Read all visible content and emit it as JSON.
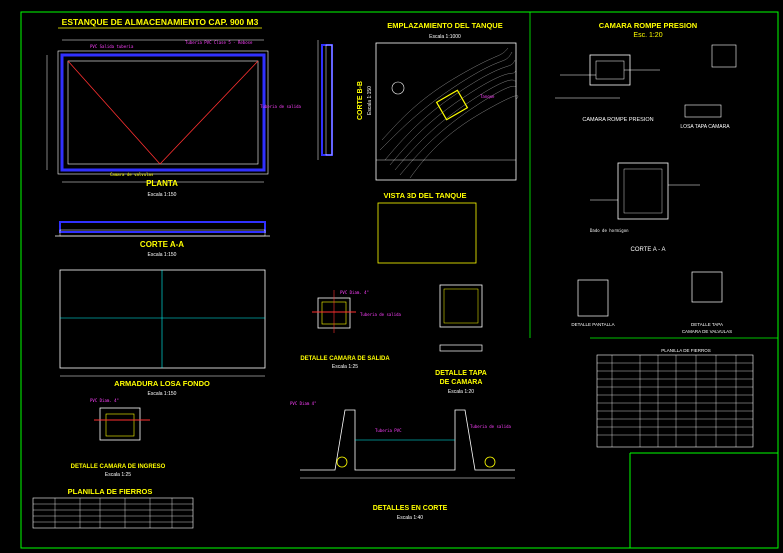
{
  "colors": {
    "background": "#000000",
    "frame": "#00ff00",
    "title": "#ffff00",
    "line": "#ffffff",
    "accent": "#ff00ff",
    "cyan": "#00ffff",
    "blue": "#3030ff"
  },
  "planta": {
    "title": "ESTANQUE DE ALMACENAMIENTO CAP. 900 M3",
    "label": "PLANTA",
    "scale": "Escala 1:150"
  },
  "corte_aa": {
    "label": "CORTE A-A",
    "scale": "Escala 1:150"
  },
  "corte_bb": {
    "label": "CORTE B-B",
    "scale": "Escala 1:150"
  },
  "emplazamiento": {
    "title": "EMPLAZAMIENTO DEL TANQUE",
    "scale": "Escala 1:1000"
  },
  "vista3d": {
    "title": "VISTA 3D DEL TANQUE"
  },
  "armadura": {
    "title": "ARMADURA LOSA FONDO",
    "scale": "Escala 1:150"
  },
  "camara_salida": {
    "title": "DETALLE CAMARA DE SALIDA",
    "scale": "Escala 1:25"
  },
  "tapa_camara": {
    "title_1": "DETALLE TAPA",
    "title_2": "DE CAMARA",
    "scale": "Escala 1:20"
  },
  "camara_ingreso": {
    "title": "DETALLE CAMARA DE INGRESO",
    "scale": "Escala 1:25"
  },
  "planilla_fierros": {
    "title": "PLANILLA DE FIERROS"
  },
  "detalles_corte": {
    "title": "DETALLES EN CORTE",
    "scale": "Escala 1:40"
  },
  "camara_rompe": {
    "title": "CAMARA ROMPE PRESION",
    "scale": "Esc. 1:20",
    "plan_label": "CAMARA ROMPE PRESION",
    "tapa_label": "LOSA TAPA CAMARA",
    "corte_label": "CORTE A - A",
    "pantalla_label": "DETALLE PANTALLA",
    "tapa_valvulas_1": "DETALLE TAPA",
    "tapa_valvulas_2": "CAMARA DE VALVULAS"
  },
  "planilla_right": {
    "title": "PLANILLA DE FIERROS"
  }
}
